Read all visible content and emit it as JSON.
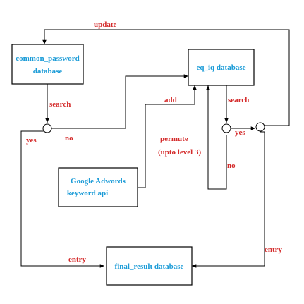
{
  "colors": {
    "box_text": "#1a9bd7",
    "edge_label": "#d42a2a",
    "line": "#000000"
  },
  "boxes": {
    "common_password": {
      "line1": "common_password",
      "line2": "database"
    },
    "eq_iq": {
      "line1": "eq_iq database"
    },
    "google_adwords": {
      "line1": "Google Adwords",
      "line2": "keyword api"
    },
    "final_result": {
      "line1": "final_result database"
    }
  },
  "labels": {
    "update": "update",
    "search_left": "search",
    "yes_left": "yes",
    "no_left": "no",
    "add": "add",
    "search_right": "search",
    "yes_right": "yes",
    "permute_line1": "permute",
    "permute_line2": "(upto level 3)",
    "no_right": "no",
    "entry_left": "entry",
    "entry_right": "entry"
  }
}
